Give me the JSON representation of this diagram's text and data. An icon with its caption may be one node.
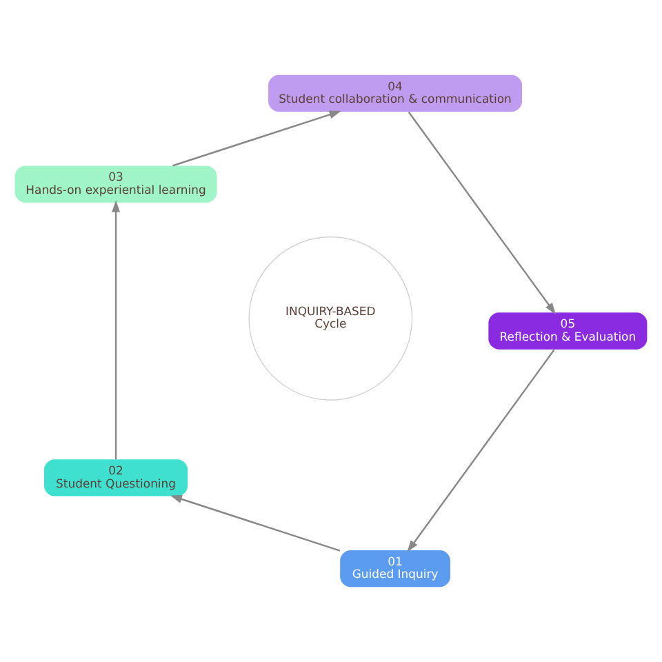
{
  "diagram": {
    "nodes": [
      {
        "text": [
          "01",
          "Guided Inquiry"
        ]
      },
      {
        "text": [
          "02",
          "Student Questioning"
        ]
      },
      {
        "text": [
          "03",
          "Hands-on experiential learning"
        ]
      },
      {
        "text": [
          "04",
          "Student collaboration & communication"
        ]
      },
      {
        "text": [
          "05",
          "Reflection & Evaluation"
        ]
      },
      {
        "text": [
          "INQUIRY-BASED",
          "Cycle"
        ]
      }
    ],
    "edges": [
      {
        "from": 0,
        "to": 1,
        "arrow": "to"
      },
      {
        "from": 1,
        "to": 2,
        "arrow": "to"
      },
      {
        "from": 2,
        "to": 3,
        "arrow": "to"
      },
      {
        "from": 3,
        "to": 4,
        "arrow": "to"
      },
      {
        "from": 4,
        "to": 0,
        "arrow": "to"
      }
    ]
  }
}
